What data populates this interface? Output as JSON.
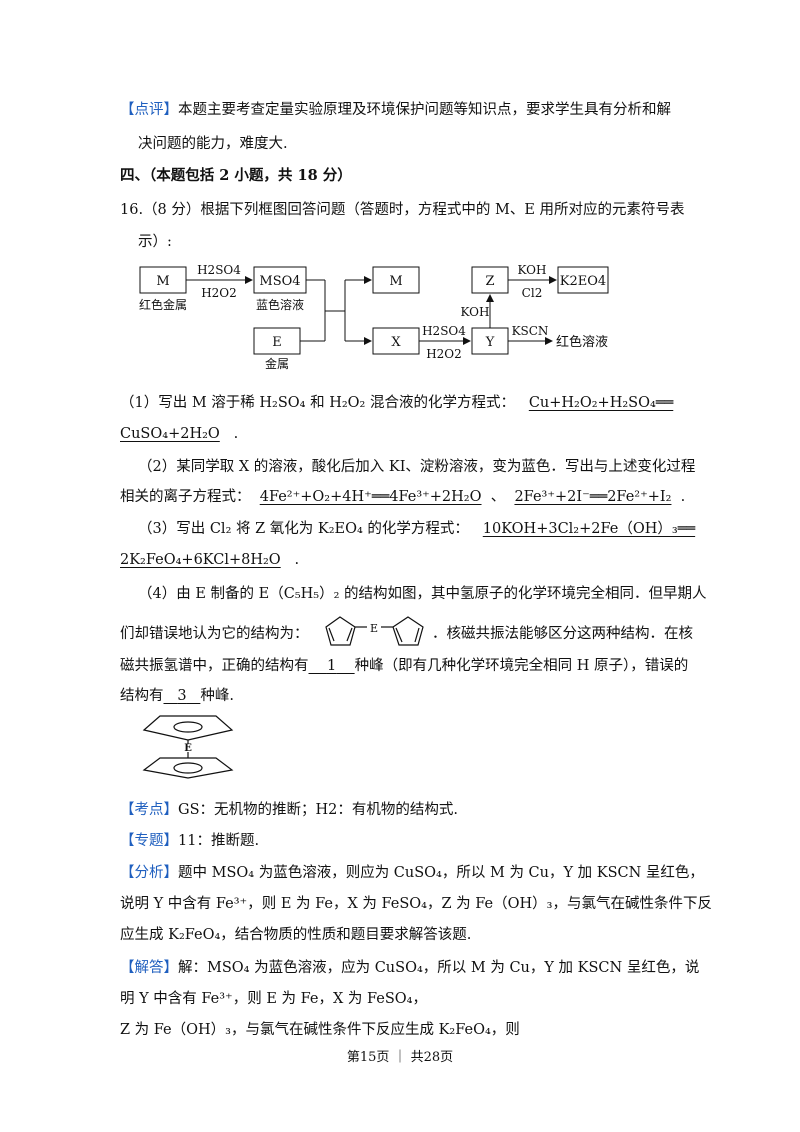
{
  "review": {
    "tag": "【点评】",
    "line1": "本题主要考查定量实验原理及环境保护问题等知识点，要求学生具有分析和解",
    "line2": "决问题的能力，难度大."
  },
  "section": {
    "title": "四、（本题包括 2 小题，共 18 分）"
  },
  "q16": {
    "stem1": "16.（8 分）根据下列框图回答问题（答题时，方程式中的 M、E 用所对应的元素符号表",
    "stem2": "示）:"
  },
  "diagram": {
    "box_M1": "M",
    "M1_caption": "红色金属",
    "arrow1_top": "H2SO4",
    "arrow1_bottom": "H2O2",
    "box_MSO4": "MSO4",
    "MSO4_caption": "蓝色溶液",
    "box_E": "E",
    "E_caption": "金属",
    "box_M2": "M",
    "box_X": "X",
    "arrow2_top": "H2SO4",
    "arrow2_bottom": "H2O2",
    "box_Y": "Y",
    "arrow_up": "KOH",
    "box_Z": "Z",
    "arrow3_top": "KOH",
    "arrow3_bottom": "Cl2",
    "box_K2EO4": "K2EO4",
    "arrow4_top": "KSCN",
    "arrow4_result": "红色溶液"
  },
  "p1": {
    "prefix": "（1）写出 M 溶于稀 H₂SO₄ 和 H₂O₂ 混合液的化学方程式：",
    "answer1": "Cu+H₂O₂+H₂SO₄══",
    "answer2": "CuSO₄+2H₂O",
    "end": "."
  },
  "p2": {
    "line1": "（2）某同学取 X 的溶液，酸化后加入 KI、淀粉溶液，变为蓝色．写出与上述变化过程",
    "prefix": "相关的离子方程式：",
    "answer1": "4Fe²⁺+O₂+4H⁺══4Fe³⁺+2H₂O",
    "sep": "、",
    "answer2": "2Fe³⁺+2I⁻══2Fe²⁺+I₂",
    "end": "."
  },
  "p3": {
    "prefix": "（3）写出 Cl₂ 将 Z 氧化为 K₂EO₄ 的化学方程式：",
    "answer1": "10KOH+3Cl₂+2Fe（OH）₃══",
    "answer2": "2K₂FeO₄+6KCl+8H₂O",
    "end": "."
  },
  "p4": {
    "line1": "（4）由 E 制备的 E（C₅H₅）₂ 的结构如图，其中氢原子的化学环境完全相同．但早期人",
    "line2a": "们却错误地认为它的结构为：",
    "line2b": "．核磁共振法能够区分这两种结构．在核",
    "line3a": "磁共振氢谱中，正确的结构有",
    "ans1": "1",
    "line3b": "种峰（即有几种化学环境完全相同 H 原子），错误的",
    "line4a": "结构有",
    "ans2": "3",
    "line4b": "种峰.",
    "struct_E": "E"
  },
  "kaodian": {
    "tag": "【考点】",
    "text": "GS：无机物的推断；H2：有机物的结构式."
  },
  "zhuanti": {
    "tag": "【专题】",
    "text": "11：推断题."
  },
  "fenxi": {
    "tag": "【分析】",
    "line1": "题中 MSO₄ 为蓝色溶液，则应为 CuSO₄，所以 M 为 Cu，Y 加 KSCN 呈红色，",
    "line2": "说明 Y 中含有 Fe³⁺，则 E 为 Fe，X 为 FeSO₄，Z 为 Fe（OH）₃，与氯气在碱性条件下反",
    "line3": "应生成 K₂FeO₄，结合物质的性质和题目要求解答该题."
  },
  "jieda": {
    "tag": "【解答】",
    "line1": "解：MSO₄ 为蓝色溶液，应为 CuSO₄，所以 M 为 Cu，Y 加 KSCN 呈红色，说",
    "line2": "明 Y 中含有 Fe³⁺，则 E 为 Fe，X 为 FeSO₄，",
    "line3": "Z 为 Fe（OH）₃，与氯气在碱性条件下反应生成 K₂FeO₄，则"
  },
  "footer": {
    "text": "第15页 ｜ 共28页"
  }
}
